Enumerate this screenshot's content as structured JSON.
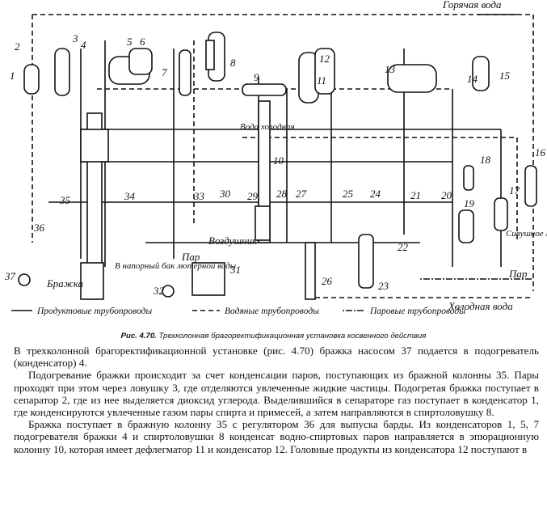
{
  "diagram": {
    "labels": {
      "hot_water": "Горячая вода",
      "cold_water_top": "Вода холодная",
      "cold_water_bottom": "Холодная вода",
      "air_pipe": "Воздушник",
      "steam_mid": "Пар",
      "steam_right": "Пар",
      "pressure_tank": "В напорный бак лютерной воды",
      "mash": "Бражка",
      "fusel_oil": "Сивушное масло"
    },
    "numbers": [
      "1",
      "2",
      "3",
      "4",
      "5",
      "6",
      "7",
      "8",
      "9",
      "10",
      "11",
      "12",
      "13",
      "14",
      "15",
      "16",
      "17",
      "18",
      "19",
      "20",
      "21",
      "22",
      "23",
      "24",
      "25",
      "26",
      "27",
      "28",
      "29",
      "30",
      "31",
      "32",
      "33",
      "34",
      "35",
      "36",
      "37"
    ],
    "legend": {
      "product": "Продуктовые трубопроводы",
      "water": "Водяные трубопроводы",
      "steam": "Паровые трубопроводы"
    }
  },
  "caption": {
    "fig": "Рис. 4.70.",
    "text": "Трехколонная брагоректификационная установка косвенного действия"
  },
  "paragraphs": [
    "В трехколонной брагоректификационной установке (рис. 4.70) бражка насосом 37 подается в подогреватель (конденсатор) 4.",
    "Подогревание бражки происходит за счет конденсации паров, поступающих из бражной колонны 35. Пары проходят при этом через ловушку 3, где отделяются увлеченные жидкие частицы. Подогретая бражка поступает в сепаратор 2, где из нее выделяется диоксид углерода. Выделившийся в сепараторе газ поступает в конденсатор 1, где конденсируются увлеченные газом пары спирта и примесей, а затем направляются в спиртоловушку 8.",
    "Бражка поступает в бражную колонну 35 с регулятором 36 для выпуска барды. Из конденсаторов 1, 5, 7 подогревателя бражки 4 и спиртоловушки 8 конденсат водно-спиртовых паров направляется в эпюрационную колонну 10, которая имеет дефлегматор 11 и конденсатор 12. Головные продукты из конденсатора 12 поступают в"
  ]
}
